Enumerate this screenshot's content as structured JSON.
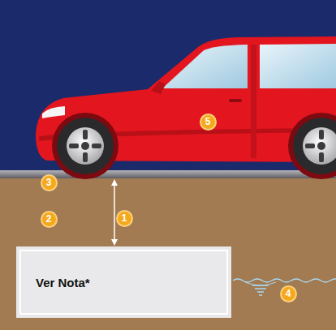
{
  "diagram": {
    "nodes": [
      {
        "text": [
          "Ver Nota*"
        ]
      }
    ],
    "labels": [
      "1",
      "2",
      "3",
      "4",
      "5"
    ]
  }
}
